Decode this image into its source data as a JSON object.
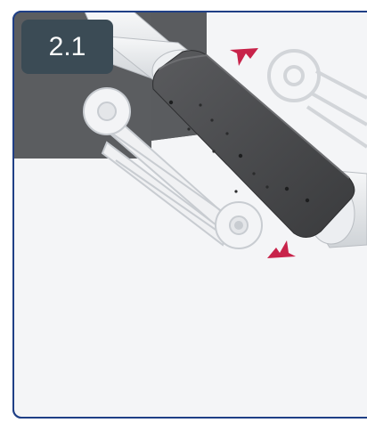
{
  "step": {
    "number": "2.1"
  },
  "colors": {
    "frame_border": "#1f3f86",
    "badge_bg": "#3b4b55",
    "badge_text": "#ffffff",
    "arrow": "#c8234a",
    "wall": "#5a5c5f",
    "cover_plate": "#4a4b4d",
    "arm": "#e4e6e9"
  },
  "icons": [
    "wall-panel",
    "monitor-arm",
    "cover-plate",
    "bracket-left",
    "bracket-right",
    "arrow-in-top",
    "arrow-in-bottom"
  ]
}
